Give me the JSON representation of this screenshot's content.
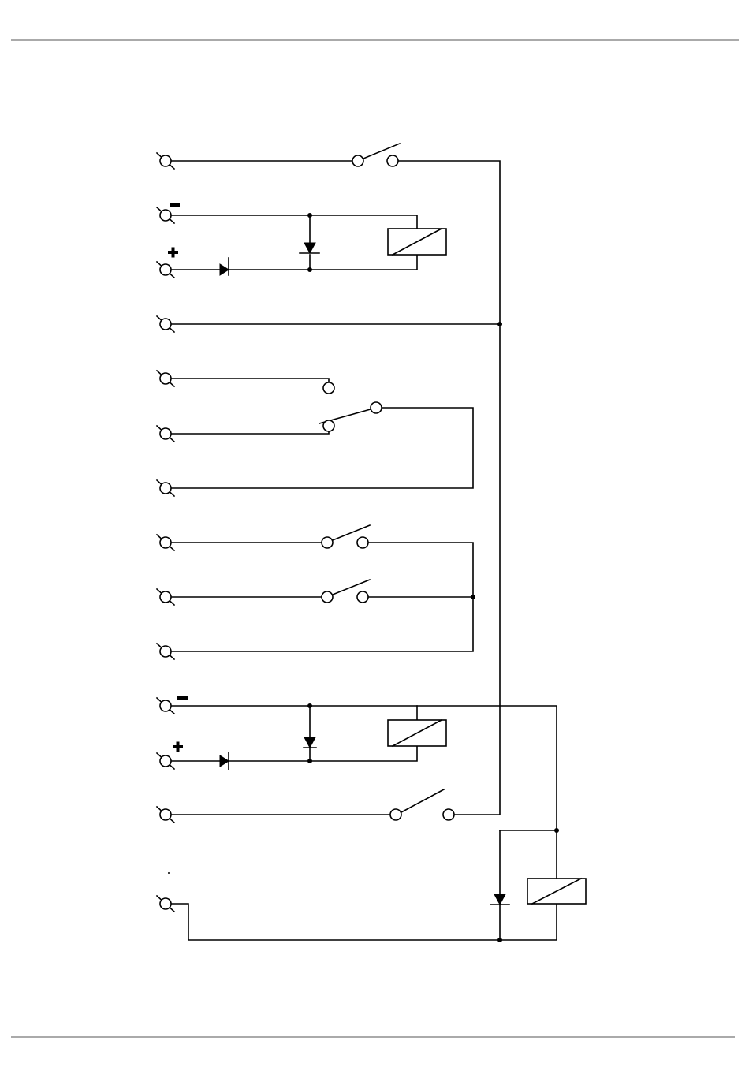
{
  "diagram": {
    "kind": "relay-wiring-schematic",
    "colors": {
      "line": "#000000",
      "background": "#ffffff",
      "rule": "#555555"
    },
    "terminal_count": 14,
    "polarity_marks": [
      {
        "terminal": 2,
        "sign": "minus"
      },
      {
        "terminal": 3,
        "sign": "plus"
      },
      {
        "terminal": 11,
        "sign": "minus"
      },
      {
        "terminal": 12,
        "sign": "plus"
      }
    ],
    "components": [
      {
        "type": "switch-no",
        "between": [
          "terminal-1",
          "common-bus"
        ]
      },
      {
        "type": "relay-coil",
        "terminals": [
          2,
          3
        ],
        "with": [
          "series-diode",
          "freewheel-diode"
        ]
      },
      {
        "type": "bus-tap",
        "terminal": 4
      },
      {
        "type": "changeover-contact",
        "terminals": [
          5,
          6,
          7
        ]
      },
      {
        "type": "switch-no",
        "terminals": [
          8,
          10
        ]
      },
      {
        "type": "switch-no",
        "terminals": [
          9,
          10
        ]
      },
      {
        "type": "relay-coil",
        "terminals": [
          11,
          12
        ],
        "with": [
          "series-diode",
          "freewheel-diode"
        ]
      },
      {
        "type": "switch-no",
        "between": [
          "terminal-13",
          "common-bus"
        ]
      },
      {
        "type": "relay-coil",
        "terminals": [
          11,
          14
        ],
        "with": [
          "freewheel-diode"
        ]
      }
    ]
  }
}
